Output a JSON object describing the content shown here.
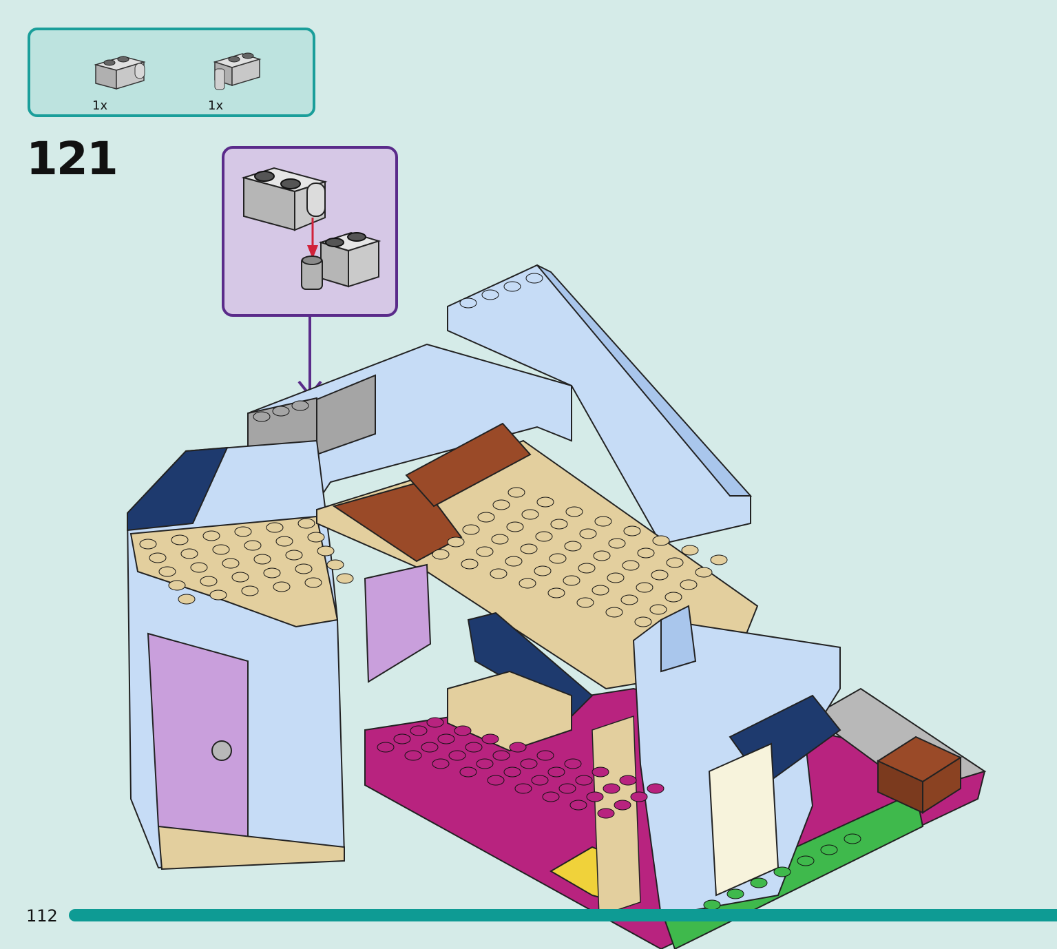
{
  "parts_list": {
    "items": [
      {
        "name": "brick-1x2-with-hinge-light-gray",
        "quantity": "1x"
      },
      {
        "name": "brick-1x2-with-hinge-clip-light-gray",
        "quantity": "1x"
      }
    ]
  },
  "step": {
    "number": "121"
  },
  "callout": {
    "arrow_color": "#d1213a",
    "pointer_color": "#5a2b8a"
  },
  "footer": {
    "page_number": "112",
    "progress": 0.95
  },
  "colors": {
    "background": "#d5ebe8",
    "parts_box_border": "#1a9e9a",
    "callout_border": "#5a2b8a",
    "progress_bar": "#0e9b94",
    "light_blue": "#c6dcf6",
    "tan": "#e3cf9e",
    "dark_blue": "#1e3a6e",
    "lavender": "#c99fdc",
    "magenta": "#b8237f",
    "green": "#3fb94c",
    "reddish_brown": "#9a4a28",
    "light_gray": "#b8b8b8"
  }
}
